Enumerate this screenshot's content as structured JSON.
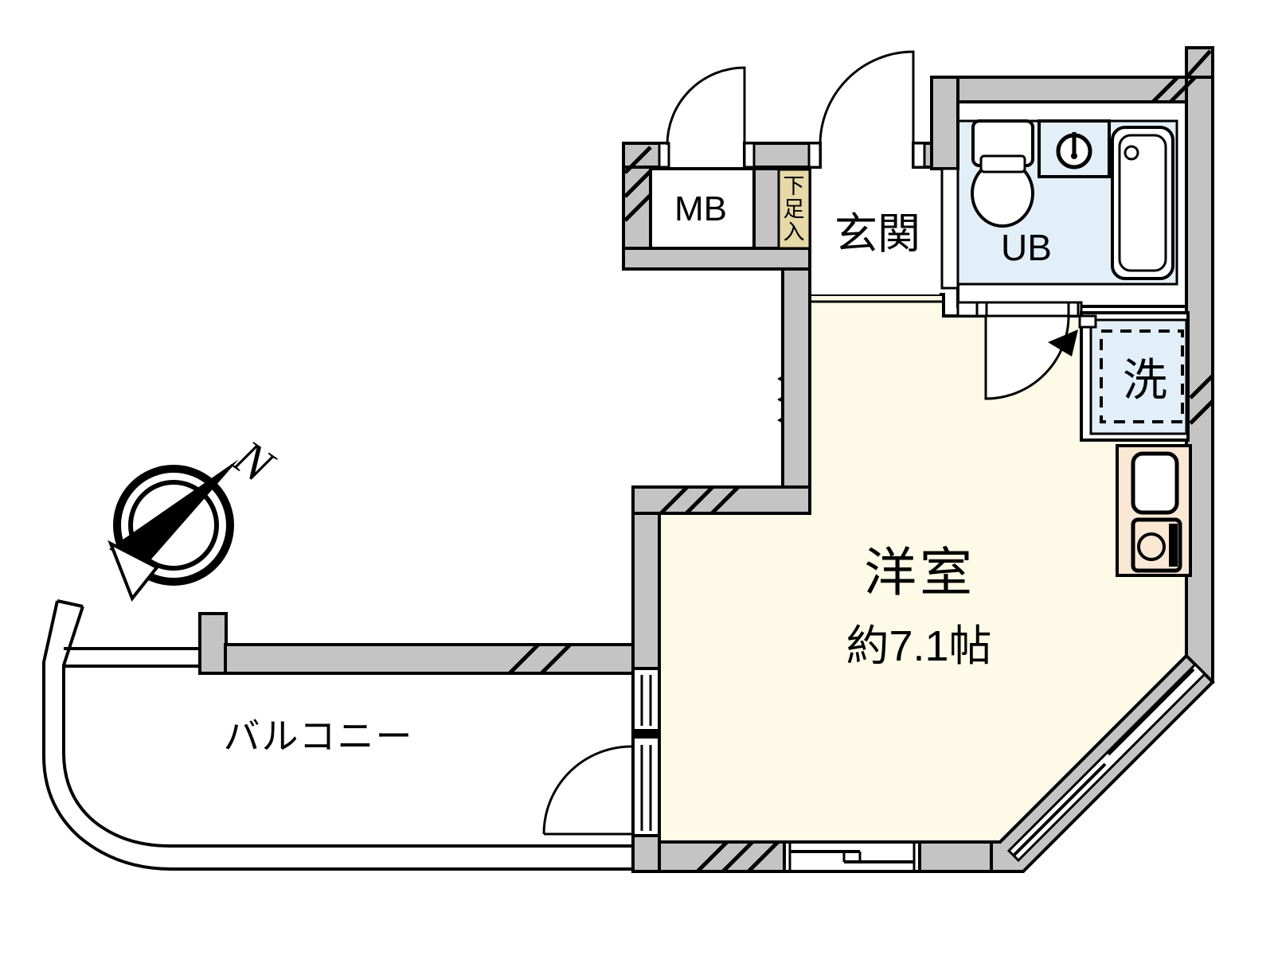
{
  "floorplan": {
    "labels": {
      "meter_box": "MB",
      "shoe_cupboard": "下足入",
      "shoe_chars": [
        "下",
        "足",
        "入"
      ],
      "entrance": "玄関",
      "unit_bath": "UB",
      "laundry": "洗",
      "room_name": "洋室",
      "room_size": "約7.1帖",
      "balcony": "バルコニー",
      "north": "N"
    },
    "colors": {
      "wall": "#c4c4c4",
      "room_floor": "#fdfbe7",
      "wet_floor": "#e2eef8",
      "kitchen_counter": "#fae8d5",
      "shoe_cupboard_fill": "#e6d9a8",
      "line": "#000000",
      "paper": "#ffffff"
    }
  }
}
